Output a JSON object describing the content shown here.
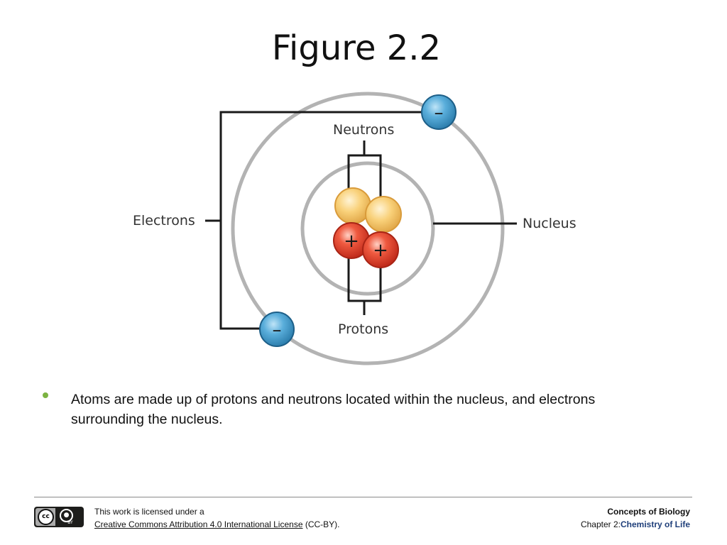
{
  "slide": {
    "title": "Figure 2.2"
  },
  "diagram": {
    "labels": {
      "electrons": "Electrons",
      "neutrons": "Neutrons",
      "nucleus": "Nucleus",
      "protons": "Protons"
    },
    "electron_symbol": "–",
    "proton_symbol": "+",
    "colors": {
      "orbit": "#b3b3b3",
      "electron": "#4a9fcf",
      "proton": "#e0402c",
      "neutron": "#f5c872",
      "leader_line": "#1a1a1a"
    }
  },
  "body": {
    "bullet": "Atoms are made up of protons and neutrons located within the nucleus, and electrons surrounding the nucleus."
  },
  "footer": {
    "license_prefix": "This work is licensed under a",
    "license_link": "Creative Commons Attribution 4.0 International License",
    "license_suffix": " (CC-BY).",
    "book": "Concepts of Biology",
    "chapter": "Chapter 2:",
    "chapter_topic": "Chemistry of Life",
    "cc_badge": {
      "cc": "cc",
      "by": "BY",
      "icon": "person-icon"
    }
  }
}
